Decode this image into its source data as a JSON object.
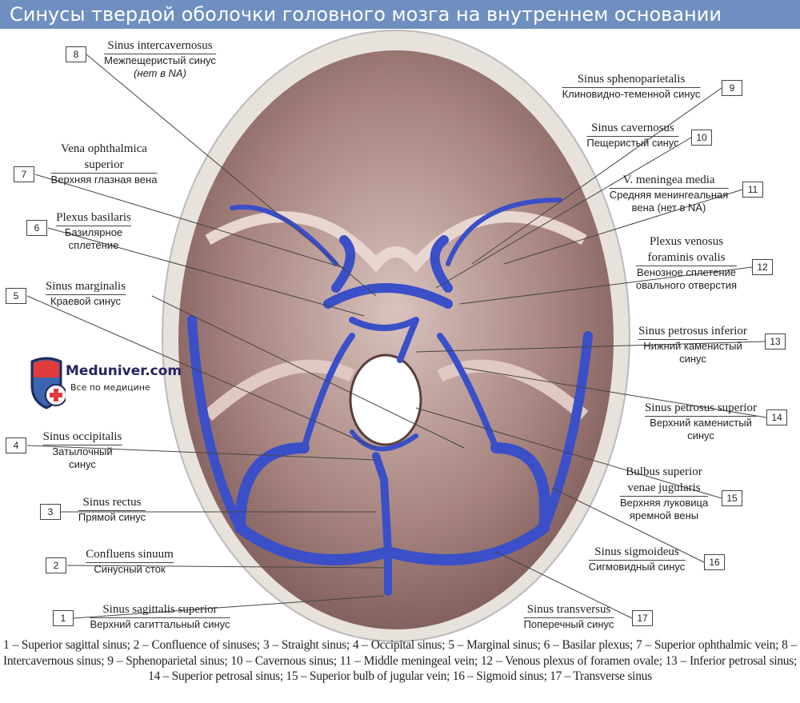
{
  "title": "Синусы твердой оболочки головного мозга на внутреннем основании",
  "logo": {
    "brand": "Meduniver.com",
    "tagline": "Все по медицине"
  },
  "colors": {
    "title_bar": "#6e8fbf",
    "vessel": "#3a4fc8",
    "bone": "#9b7a78"
  },
  "labels": [
    {
      "num": "1",
      "latin": [
        "Sinus sagittalis superior"
      ],
      "russian": [
        "Верхний сагиттальный синус"
      ]
    },
    {
      "num": "2",
      "latin": [
        "Confluens sinuum"
      ],
      "russian": [
        "Синусный сток"
      ]
    },
    {
      "num": "3",
      "latin": [
        "Sinus rectus"
      ],
      "russian": [
        "Прямой синус"
      ]
    },
    {
      "num": "4",
      "latin": [
        "Sinus occipitalis"
      ],
      "russian": [
        "Затылочный",
        "синус"
      ]
    },
    {
      "num": "5",
      "latin": [
        "Sinus marginalis"
      ],
      "russian": [
        "Краевой синус"
      ]
    },
    {
      "num": "6",
      "latin": [
        "Plexus basilaris"
      ],
      "russian": [
        "Базилярное",
        "сплетение"
      ]
    },
    {
      "num": "7",
      "latin": [
        "Vena ophthalmica",
        "superior"
      ],
      "russian": [
        "Верхняя глазная вена"
      ]
    },
    {
      "num": "8",
      "latin": [
        "Sinus intercavernosus"
      ],
      "russian": [
        "Межпещеристый синус",
        "(нет в NA)"
      ]
    },
    {
      "num": "9",
      "latin": [
        "Sinus sphenoparietalis"
      ],
      "russian": [
        "Клиновидно-теменной синус"
      ]
    },
    {
      "num": "10",
      "latin": [
        "Sinus cavernosus"
      ],
      "russian": [
        "Пещеристый синус"
      ]
    },
    {
      "num": "11",
      "latin": [
        "V. meningea media"
      ],
      "russian": [
        "Средняя менингеальная",
        "вена (нет в NA)"
      ]
    },
    {
      "num": "12",
      "latin": [
        "Plexus venosus",
        "foraminis ovalis"
      ],
      "russian": [
        "Венозное сплетение",
        "овального отверстия"
      ]
    },
    {
      "num": "13",
      "latin": [
        "Sinus petrosus inferior"
      ],
      "russian": [
        "Нижний каменистый",
        "синус"
      ]
    },
    {
      "num": "14",
      "latin": [
        "Sinus petrosus superior"
      ],
      "russian": [
        "Верхний каменистый",
        "синус"
      ]
    },
    {
      "num": "15",
      "latin": [
        "Bulbus superior",
        "venae jugularis"
      ],
      "russian": [
        "Верхняя луковица",
        "яремной вены"
      ]
    },
    {
      "num": "16",
      "latin": [
        "Sinus sigmoideus"
      ],
      "russian": [
        "Сигмовидный синус"
      ]
    },
    {
      "num": "17",
      "latin": [
        "Sinus transversus"
      ],
      "russian": [
        "Поперечный синус"
      ]
    }
  ],
  "caption": "1 – Superior sagittal sinus; 2 – Confluence of sinuses; 3 – Straight sinus; 4 – Occipital sinus; 5 – Marginal sinus; 6 – Basilar plexus; 7 – Superior ophthalmic vein; 8 – Intercavernous sinus; 9 – Sphenoparietal sinus; 10 – Cavernous sinus; 11 – Middle meningeal vein; 12 – Venous plexus of foramen ovale; 13 – Inferior petrosal sinus; 14 – Superior petrosal sinus; 15 – Superior bulb of jugular vein; 16 – Sigmoid sinus; 17 – Transverse sinus"
}
